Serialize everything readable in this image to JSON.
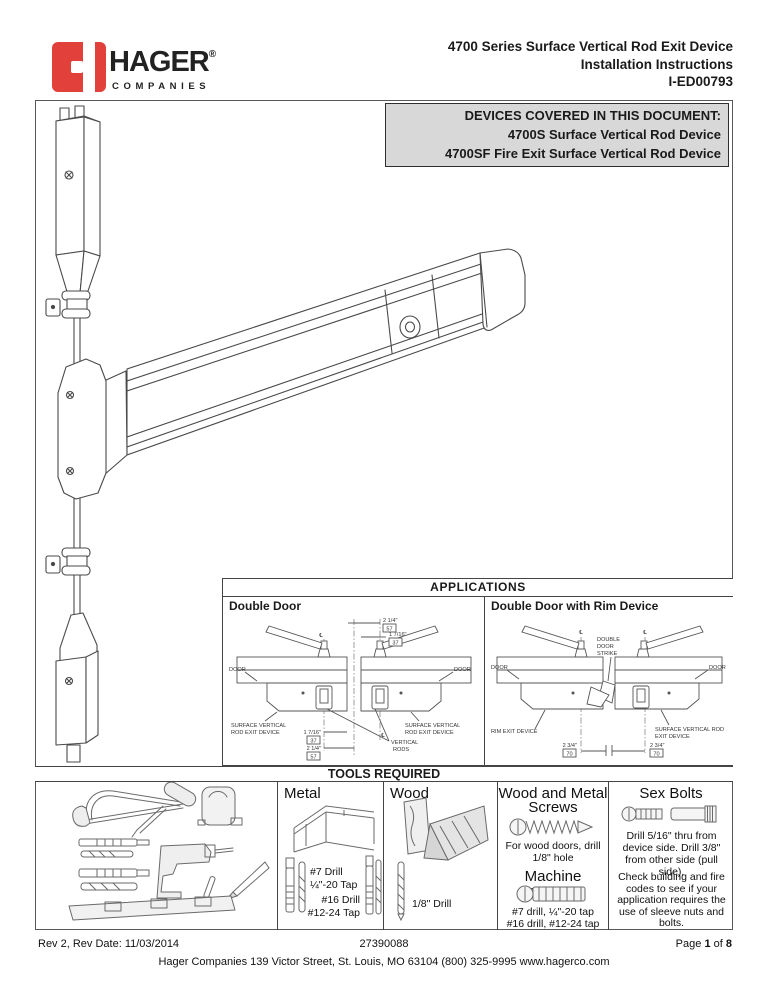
{
  "header": {
    "brand": "HAGER",
    "brand_mark": "®",
    "brand_sub": "COMPANIES",
    "brand_red": "#e2403a",
    "title_lines": [
      "4700 Series Surface Vertical Rod Exit Device",
      "Installation Instructions",
      "I-ED00793"
    ]
  },
  "devices_box": {
    "heading": "DEVICES COVERED IN THIS DOCUMENT:",
    "line1": "4700S Surface Vertical Rod Device",
    "line2": "4700SF Fire Exit Surface Vertical Rod Device",
    "bg": "#d8d8d8"
  },
  "illustration": {
    "subject": "4700 surface vertical rod exit device line drawing",
    "parts": [
      "top-latch",
      "vertical-rod",
      "rod-guide",
      "center-chassis",
      "push-bar",
      "end-cap",
      "cylinder",
      "bottom-latch",
      "bottom-bolt"
    ]
  },
  "applications": {
    "heading": "APPLICATIONS",
    "double_door": {
      "title": "Double Door",
      "centerline": "℄",
      "door_left": "DOOR",
      "door_right": "DOOR",
      "device_left_l1": "SURFACE VERTICAL",
      "device_left_l2": "ROD EXIT DEVICE",
      "device_right_l1": "SURFACE VERTICAL",
      "device_right_l2": "ROD EXIT DEVICE",
      "rods_l1": "VERTICAL",
      "rods_l2": "RODS",
      "dim_top_outer_in": "2 1/4\"",
      "dim_top_outer_mm": "57",
      "dim_top_inner_in": "1 7/16\"",
      "dim_top_inner_mm": "37",
      "dim_bot_inner_in": "1 7/16\"",
      "dim_bot_inner_mm": "37",
      "dim_bot_outer_in": "2 1/4\"",
      "dim_bot_outer_mm": "57"
    },
    "double_door_rim": {
      "title": "Double Door with Rim Device",
      "centerline": "℄",
      "strike_l1": "DOUBLE",
      "strike_l2": "DOOR",
      "strike_l3": "STRIKE",
      "door_left": "DOOR",
      "door_right": "DOOR",
      "rim_label": "RIM EXIT DEVICE",
      "svr_l1": "SURFACE VERTICAL ROD",
      "svr_l2": "EXIT DEVICE",
      "dim_left_in": "2 3/4\"",
      "dim_left_mm": "70",
      "dim_right_in": "2 3/4\"",
      "dim_right_mm": "70"
    }
  },
  "tools": {
    "heading": "TOOLS REQUIRED",
    "general_icons": [
      "hacksaw",
      "screwdriver",
      "tape-measure",
      "tap",
      "drill-bit",
      "cordless-drill",
      "pencil",
      "level"
    ],
    "metal": {
      "title": "Metal",
      "tap1_l1": "#7 Drill",
      "tap1_l2": "¼\"-20 Tap",
      "tap2_l1": "#16 Drill",
      "tap2_l2": "#12-24 Tap"
    },
    "wood": {
      "title": "Wood",
      "drill": "1/8\" Drill"
    },
    "screws": {
      "title_l1": "Wood and Metal",
      "title_l2": "Screws",
      "wood_note_l1": "For wood doors, drill",
      "wood_note_l2": "1/8\" hole",
      "machine_title": "Machine Screws",
      "machine_note_l1": "#7 drill, ¼\"-20 tap",
      "machine_note_l2": "#16 drill, #12-24 tap"
    },
    "sex_bolts": {
      "title": "Sex Bolts",
      "note1": "Drill 5/16\" thru from device side. Drill 3/8\" from other side (pull side).",
      "note2": "Check building and fire codes to see if your application requires the use of sleeve nuts and bolts."
    }
  },
  "footer": {
    "rev": "Rev 2, Rev Date: 11/03/2014",
    "doc_number": "27390088",
    "page_label": "Page",
    "page_number": "1",
    "page_of": "of",
    "page_total": "8",
    "address": "Hager Companies  139 Victor Street, St. Louis, MO 63104   (800) 325-9995   www.hagerco.com"
  }
}
